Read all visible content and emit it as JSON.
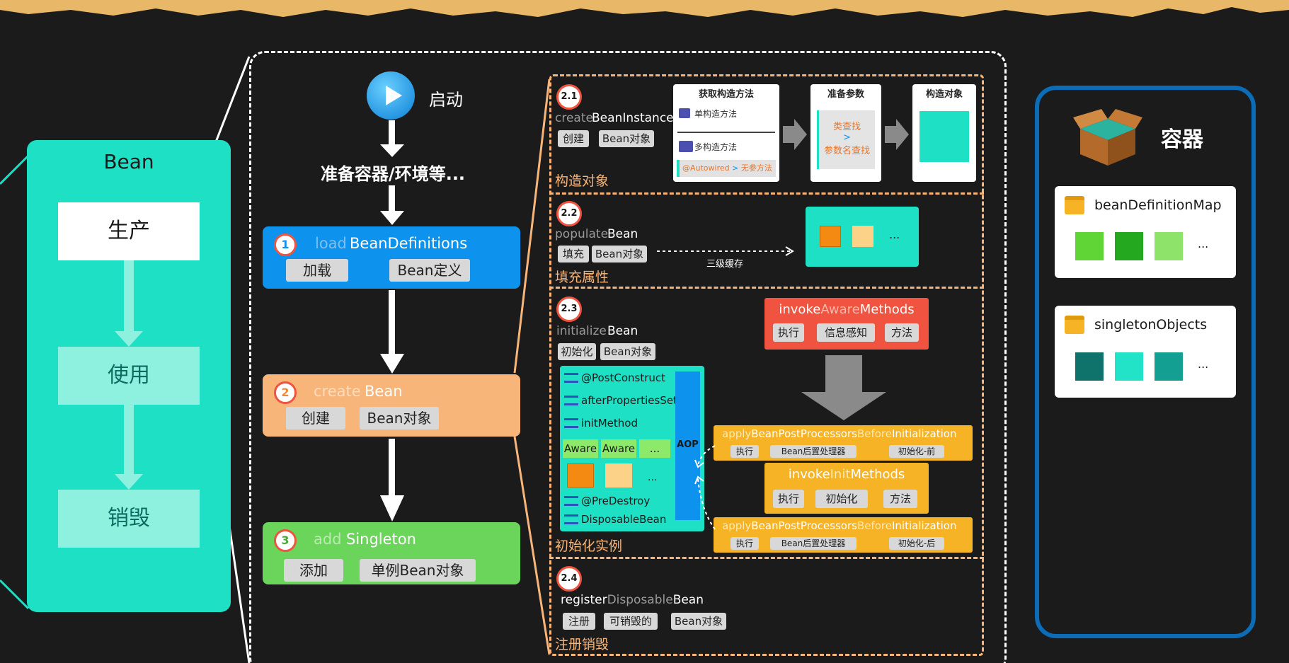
{
  "lifecycle": {
    "title": "Bean",
    "items": [
      "生产",
      "使用",
      "销毁"
    ]
  },
  "flow": {
    "start_label": "启动",
    "prepare_label": "准备容器/环境等...",
    "steps": [
      {
        "num": "1",
        "prefix": "load",
        "main": "BeanDefinitions",
        "tags": [
          "加载",
          "Bean定义"
        ]
      },
      {
        "num": "2",
        "prefix": "create",
        "main": "Bean",
        "tags": [
          "创建",
          "Bean对象"
        ]
      },
      {
        "num": "3",
        "prefix": "add",
        "main": "Singleton",
        "tags": [
          "添加",
          "单例Bean对象"
        ]
      }
    ]
  },
  "detail": {
    "s21": {
      "num": "2.1",
      "prefix": "create",
      "main": "BeanInstance",
      "tags": [
        "创建",
        "Bean对象"
      ],
      "caption": "构造对象",
      "card1": {
        "title": "获取构造方法",
        "row1": "单构造方法",
        "row2": "多构造方法",
        "footer_a": "@Autowired",
        "footer_sep": " > ",
        "footer_b": "无参方法"
      },
      "card2": {
        "title": "准备参数",
        "line1": "类查找",
        "line2": ">",
        "line3": "参数名查找"
      },
      "card3": {
        "title": "构造对象"
      }
    },
    "s22": {
      "num": "2.2",
      "prefix": "populate",
      "main": "Bean",
      "tags": [
        "填充",
        "Bean对象"
      ],
      "caption": "填充属性",
      "arrow_label": "三级缓存",
      "ellipsis": "..."
    },
    "s23": {
      "num": "2.3",
      "prefix": "initialize",
      "main": "Bean",
      "tags": [
        "初始化",
        "Bean对象"
      ],
      "caption": "初始化实例",
      "list": [
        "@PostConstruct",
        "afterPropertiesSet",
        "initMethod"
      ],
      "aware": [
        "Aware",
        "Aware",
        "..."
      ],
      "ellipsis": "...",
      "list2": [
        "@PreDestroy",
        "DisposableBean"
      ],
      "aop": "AOP",
      "aware_methods": {
        "a": "invoke",
        "b": "Aware",
        "c": "Methods",
        "tags": [
          "执行",
          "信息感知",
          "方法"
        ]
      },
      "bpp_before": {
        "a": "apply",
        "b": "BeanPostProcessors",
        "c": "Before",
        "d": "Initialization",
        "tags": [
          "执行",
          "Bean后置处理器",
          "初始化-前"
        ]
      },
      "init_methods": {
        "a": "invoke",
        "b": "Init",
        "c": "Methods",
        "tags": [
          "执行",
          "初始化",
          "方法"
        ]
      },
      "bpp_after": {
        "a": "apply",
        "b": "BeanPostProcessors",
        "c": "Before",
        "d": "Initialization",
        "tags": [
          "执行",
          "Bean后置处理器",
          "初始化-后"
        ]
      }
    },
    "s24": {
      "num": "2.4",
      "prefix": "register",
      "mid": "Disposable",
      "main": "Bean",
      "tags": [
        "注册",
        "可销毁的",
        "Bean对象"
      ],
      "caption": "注册销毁"
    }
  },
  "container": {
    "title": "容器",
    "maps": [
      {
        "name": "beanDefinitionMap",
        "colors": [
          "#5fd635",
          "#23a81f",
          "#8ee36a"
        ],
        "ellipsis": "..."
      },
      {
        "name": "singletonObjects",
        "colors": [
          "#0f736b",
          "#22e3c8",
          "#13a092"
        ],
        "ellipsis": "..."
      }
    ]
  },
  "colors": {
    "teal": "#1de0c4",
    "blue": "#0d93ee",
    "orange": "#f8b57a",
    "green": "#6bd45a",
    "yellow": "#f5b325",
    "red": "#f0533f",
    "frame_blue": "#0b6cb7"
  }
}
